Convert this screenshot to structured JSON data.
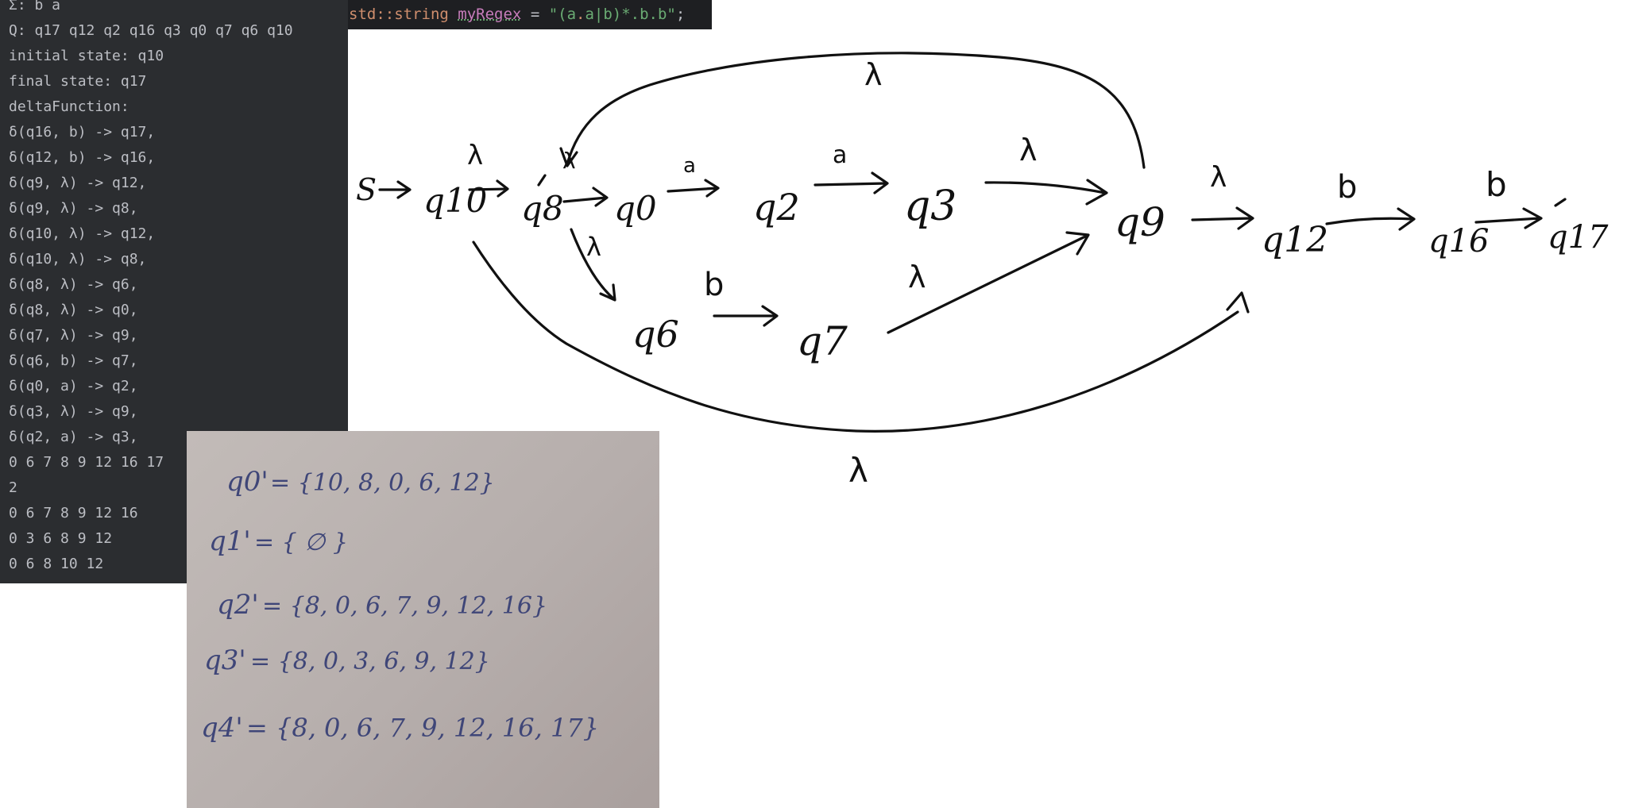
{
  "console": {
    "lines": [
      "Σ: b a",
      "Q: q17 q12 q2 q16 q3 q0 q7 q6 q10",
      "initial state: q10",
      "final state: q17",
      "deltaFunction:",
      "δ(q16, b) -> q17,",
      "δ(q12, b) -> q16,",
      "δ(q9, λ) -> q12,",
      "δ(q9, λ) -> q8,",
      "δ(q10, λ) -> q12,",
      "δ(q10, λ) -> q8,",
      "δ(q8, λ) -> q6,",
      "δ(q8, λ) -> q0,",
      "δ(q7, λ) -> q9,",
      "δ(q6, b) -> q7,",
      "δ(q0, a) -> q2,",
      "δ(q3, λ) -> q9,",
      "δ(q2, a) -> q3,",
      "0 6 7 8 9 12 16 17",
      "2",
      "0 6 7 8 9 12 16",
      "0 3 6 8 9 12",
      "0 6 8 10 12"
    ]
  },
  "code": {
    "type": "std::string",
    "var": "myRegex",
    "eq": " = ",
    "str_open": "\"(a",
    "escape": ".",
    "str_rest": "a|b)*.b.b\"",
    "semicolon": ";"
  },
  "diagram": {
    "start_label": "S",
    "states": {
      "q10": "q10",
      "q8": "q8",
      "q0": "q0",
      "q2": "q2",
      "q3": "q3",
      "q9": "q9",
      "q6": "q6",
      "q7": "q7",
      "q12": "q12",
      "q16": "q16",
      "q17": "q17"
    },
    "edge_labels": {
      "q10_q8": "λ",
      "q8_q0": "λ",
      "q0_q2": "a",
      "q2_q3": "a",
      "q3_q9": "λ",
      "q9_q8_loop": "λ",
      "q8_q6": "λ",
      "q6_q7": "b",
      "q7_q9": "λ",
      "q9_q12": "λ",
      "q10_q12": "λ",
      "q12_q16": "b",
      "q16_q17": "b"
    }
  },
  "notes": {
    "rows": [
      {
        "label": "q0'",
        "set": "= {10, 8, 0, 6, 12}"
      },
      {
        "label": "q1'",
        "set": "= { ∅ }"
      },
      {
        "label": "q2'",
        "set": "= {8, 0, 6, 7, 9, 12, 16}"
      },
      {
        "label": "q3'",
        "set": "= {8, 0, 3, 6, 9, 12}"
      },
      {
        "label": "q4'",
        "set": "= {8, 0, 6, 7, 9, 12, 16, 17}"
      }
    ]
  },
  "colors": {
    "console_bg": "#2b2d30",
    "console_text": "#bcbec4",
    "code_bg": "#1e1f22",
    "keyword": "#cf8e6d",
    "string": "#6aab73",
    "ink": "#111111",
    "pen": "#3f4678",
    "paper": "#b9b1af"
  }
}
